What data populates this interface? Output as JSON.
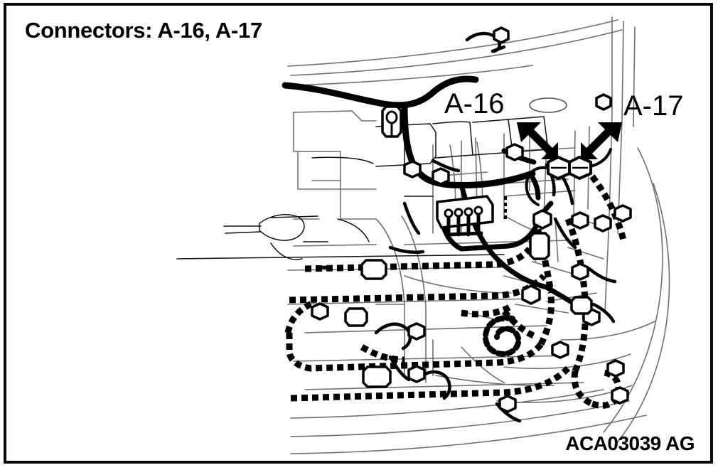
{
  "figure": {
    "title": "Connectors: A-16, A-17",
    "figure_id": "ACA03039 AG",
    "border_color": "#0a0a0a",
    "background_color": "#ffffff"
  },
  "callouts": [
    {
      "label": "A-16",
      "arrow_direction": "down-right",
      "target": "connector-left"
    },
    {
      "label": "A-17",
      "arrow_direction": "down-left",
      "target": "connector-right"
    }
  ],
  "diagram": {
    "description": "Line drawing of a vehicle front engine compartment with wiring harness routing",
    "line_color": "#000000",
    "body_line_color": "#7a7a7a",
    "harness_color": "#000000"
  }
}
